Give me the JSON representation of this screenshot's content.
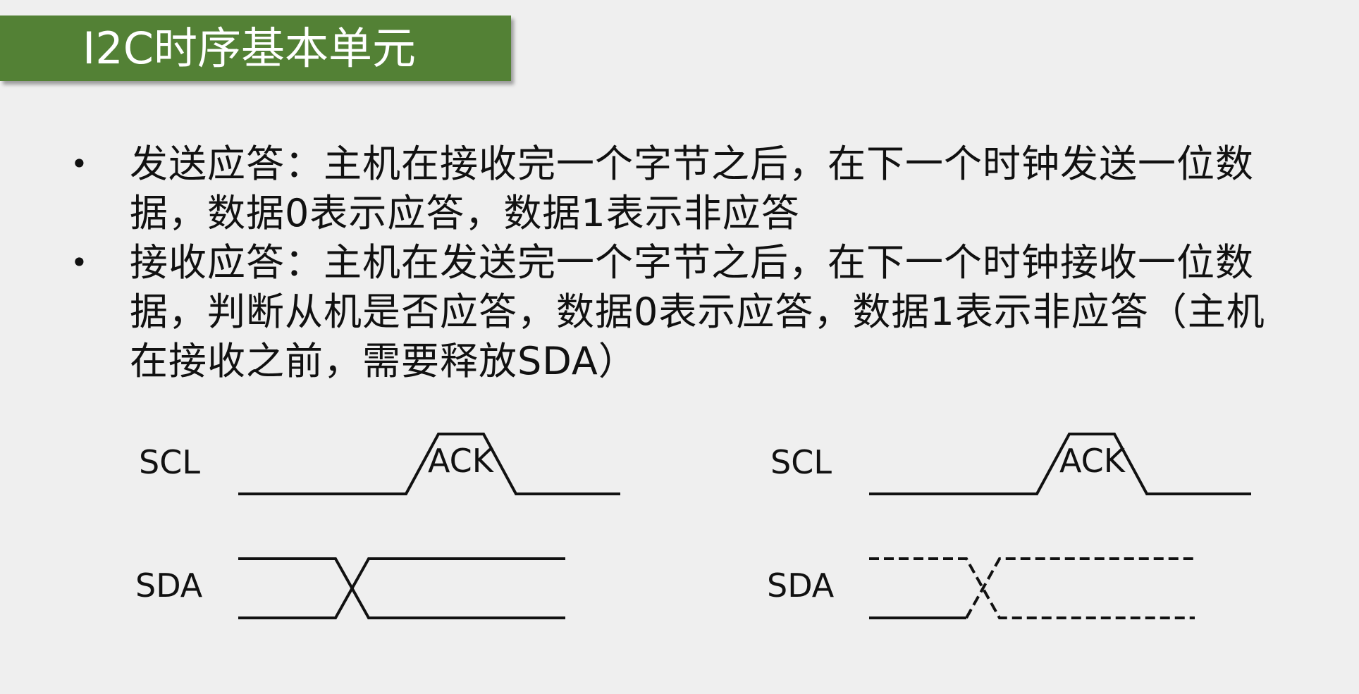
{
  "slide": {
    "title": "I2C时序基本单元"
  },
  "bullets": [
    {
      "lines": [
        "发送应答：主机在接收完一个字节之后，在下一个时钟发送一位数",
        "据，数据0表示应答，数据1表示非应答"
      ]
    },
    {
      "lines": [
        "接收应答：主机在发送完一个字节之后，在下一个时钟接收一位数",
        "据，判断从机是否应答，数据0表示应答，数据1表示非应答（主机",
        "在接收之前，需要释放SDA）"
      ]
    }
  ],
  "diagrams": {
    "send_ack": {
      "scl_label": "SCL",
      "sda_label": "SDA",
      "ack_label": "ACK"
    },
    "receive_ack": {
      "scl_label": "SCL",
      "sda_label": "SDA",
      "ack_label": "ACK"
    }
  },
  "colors": {
    "title_bar": "#538135",
    "title_text": "#ffffff",
    "background": "#efefef",
    "line": "#111111"
  }
}
